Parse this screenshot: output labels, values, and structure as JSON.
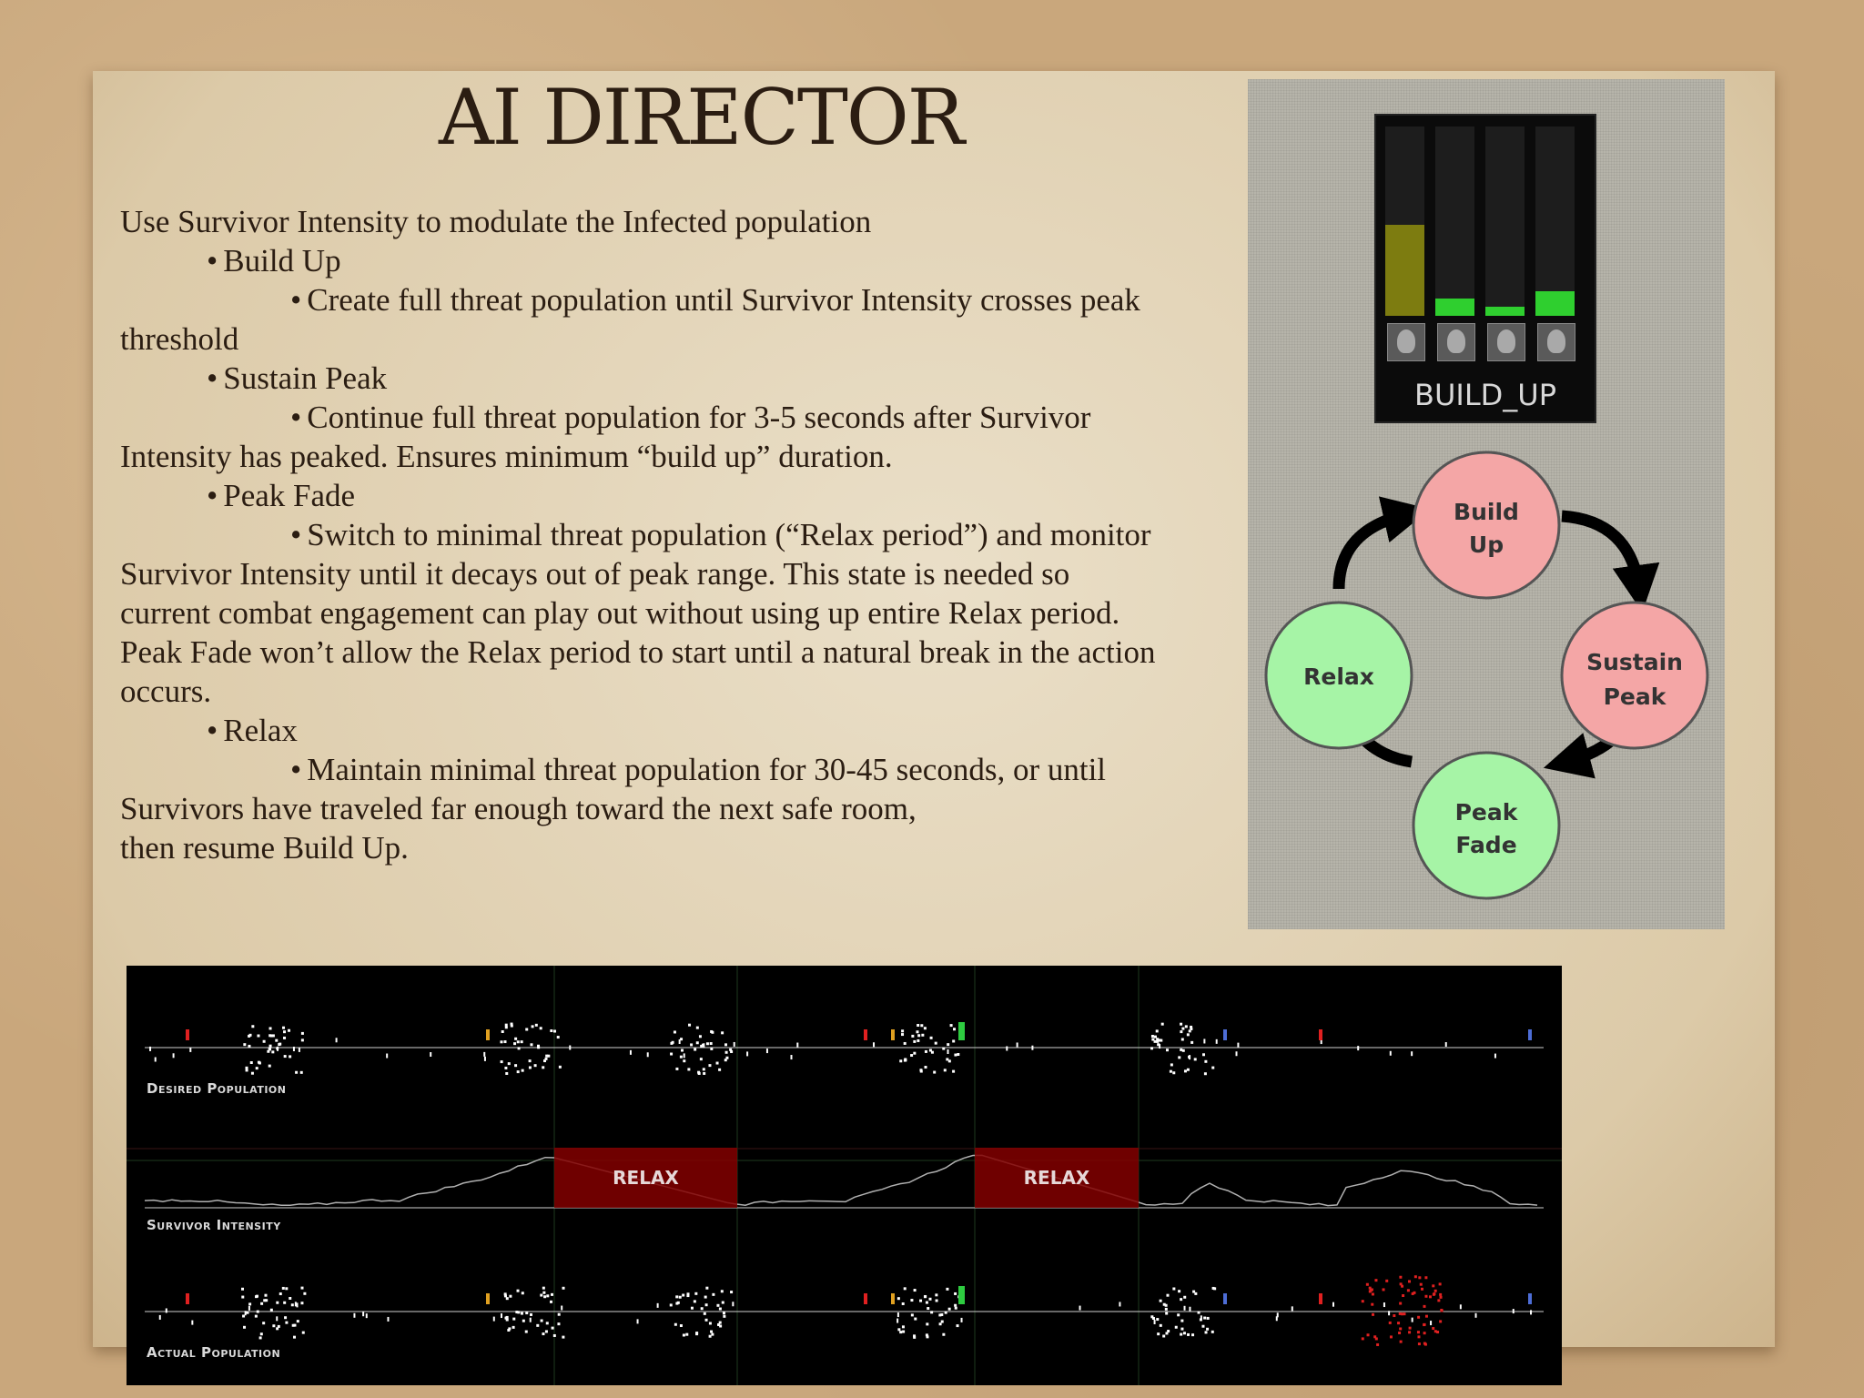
{
  "slide": {
    "title": "AI DIRECTOR",
    "paragraphs": [
      {
        "level": 1,
        "bullet": "",
        "text": "Use Survivor Intensity to modulate the Infected population"
      },
      {
        "level": 2,
        "bullet": "•",
        "text": "Build Up"
      },
      {
        "level": 3,
        "bullet": "•",
        "text": "Create full threat population until Survivor Intensity crosses peak"
      },
      {
        "level": 1,
        "bullet": "",
        "text": "threshold"
      },
      {
        "level": 2,
        "bullet": "•",
        "text": "Sustain Peak"
      },
      {
        "level": 3,
        "bullet": "•",
        "text": "Continue full threat population for 3-5 seconds after Survivor"
      },
      {
        "level": 1,
        "bullet": "",
        "text": "Intensity has peaked.  Ensures minimum “build up” duration."
      },
      {
        "level": 2,
        "bullet": "•",
        "text": "Peak Fade"
      },
      {
        "level": 3,
        "bullet": "•",
        "text": "Switch to minimal threat population (“Relax period”) and monitor"
      },
      {
        "level": 1,
        "bullet": "",
        "text": "Survivor Intensity until it decays out of peak range. This state is needed so"
      },
      {
        "level": 1,
        "bullet": "",
        "text": "current combat engagement can play out  without using up entire Relax period."
      },
      {
        "level": 1,
        "bullet": "",
        "text": "Peak Fade won’t allow the Relax period to start until a natural break in the action"
      },
      {
        "level": 1,
        "bullet": "",
        "text": "occurs."
      },
      {
        "level": 2,
        "bullet": "•",
        "text": "Relax"
      },
      {
        "level": 3,
        "bullet": "•",
        "text": "Maintain minimal threat population for 30-45 seconds, or until"
      },
      {
        "level": 1,
        "bullet": "",
        "text": "Survivors have traveled far enough toward the next safe room,"
      },
      {
        "level": 1,
        "bullet": "",
        "text": "then resume Build Up."
      }
    ]
  },
  "hud": {
    "state_label": "BUILD_UP",
    "intensity_bars": [
      {
        "level": 0.48,
        "color": "#7d7c10"
      },
      {
        "level": 0.09,
        "color": "#2fcf2f"
      },
      {
        "level": 0.05,
        "color": "#2fcf2f"
      },
      {
        "level": 0.13,
        "color": "#2fcf2f"
      }
    ],
    "faces": [
      "survivor-portrait-icon",
      "survivor-portrait-icon",
      "survivor-portrait-icon",
      "survivor-portrait-icon"
    ]
  },
  "state_cycle": {
    "nodes": [
      {
        "id": "build-up",
        "lines": [
          "Build",
          "Up"
        ],
        "color": "#f4a6a6"
      },
      {
        "id": "sustain-peak",
        "lines": [
          "Sustain",
          "Peak"
        ],
        "color": "#f4a6a6"
      },
      {
        "id": "peak-fade",
        "lines": [
          "Peak",
          "Fade"
        ],
        "color": "#a6f4a6"
      },
      {
        "id": "relax",
        "lines": [
          "Relax"
        ],
        "color": "#a6f4a6"
      }
    ]
  },
  "population_graph": {
    "rows": [
      {
        "label": "Desired Population"
      },
      {
        "label": "Survivor Intensity"
      },
      {
        "label": "Actual Population"
      }
    ],
    "relax_label": "RELAX",
    "colors": {
      "relax": "#820000",
      "infected": "#ffffff",
      "special_red": "#e02020",
      "special_blue": "#4d6dd6",
      "special_yellow": "#e0a020",
      "tank_green": "#2ecc40",
      "intensity_line": "#b0b0b0"
    }
  }
}
